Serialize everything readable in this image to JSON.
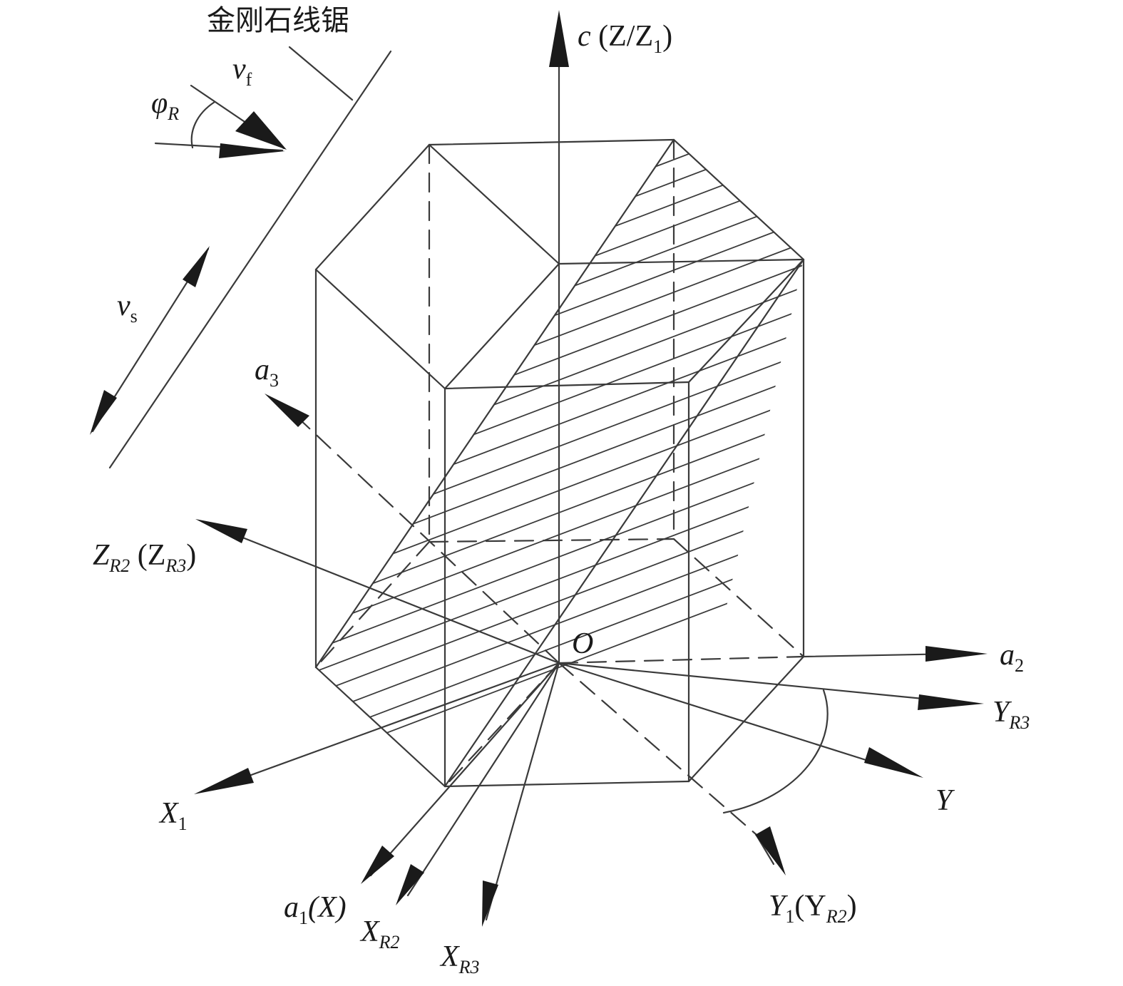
{
  "diagram": {
    "colors": {
      "line": "#3a3a3a",
      "text": "#1a1a1a",
      "background": "#ffffff"
    },
    "saw_label": "金刚石线锯",
    "labels": {
      "c_axis": {
        "main": "c",
        "rest": " (Z/Z",
        "sub": "1",
        "end": ")"
      },
      "a1": {
        "main": "a",
        "sub": "1",
        "rest": "(X)"
      },
      "a2": {
        "main": "a",
        "sub": "2"
      },
      "a3": {
        "main": "a",
        "sub": "3"
      },
      "X1": {
        "main": "X",
        "sub": "1"
      },
      "Y": {
        "main": "Y"
      },
      "Y1": {
        "main": "Y",
        "sub": "1",
        "rest": "(Y",
        "sub2": "R2",
        "end": ")"
      },
      "YR3": {
        "main": "Y",
        "sub": "R3"
      },
      "XR2": {
        "main": "X",
        "sub": "R2"
      },
      "XR3": {
        "main": "X",
        "sub": "R3"
      },
      "ZR2": {
        "main": "Z",
        "sub": "R2",
        "rest": " (Z",
        "sub2": "R3",
        "end": ")"
      },
      "origin": "O",
      "vf": {
        "main": "v",
        "sub": "f"
      },
      "vs": {
        "main": "v",
        "sub": "s"
      },
      "phi": {
        "main": "φ",
        "sub": "R"
      }
    }
  }
}
